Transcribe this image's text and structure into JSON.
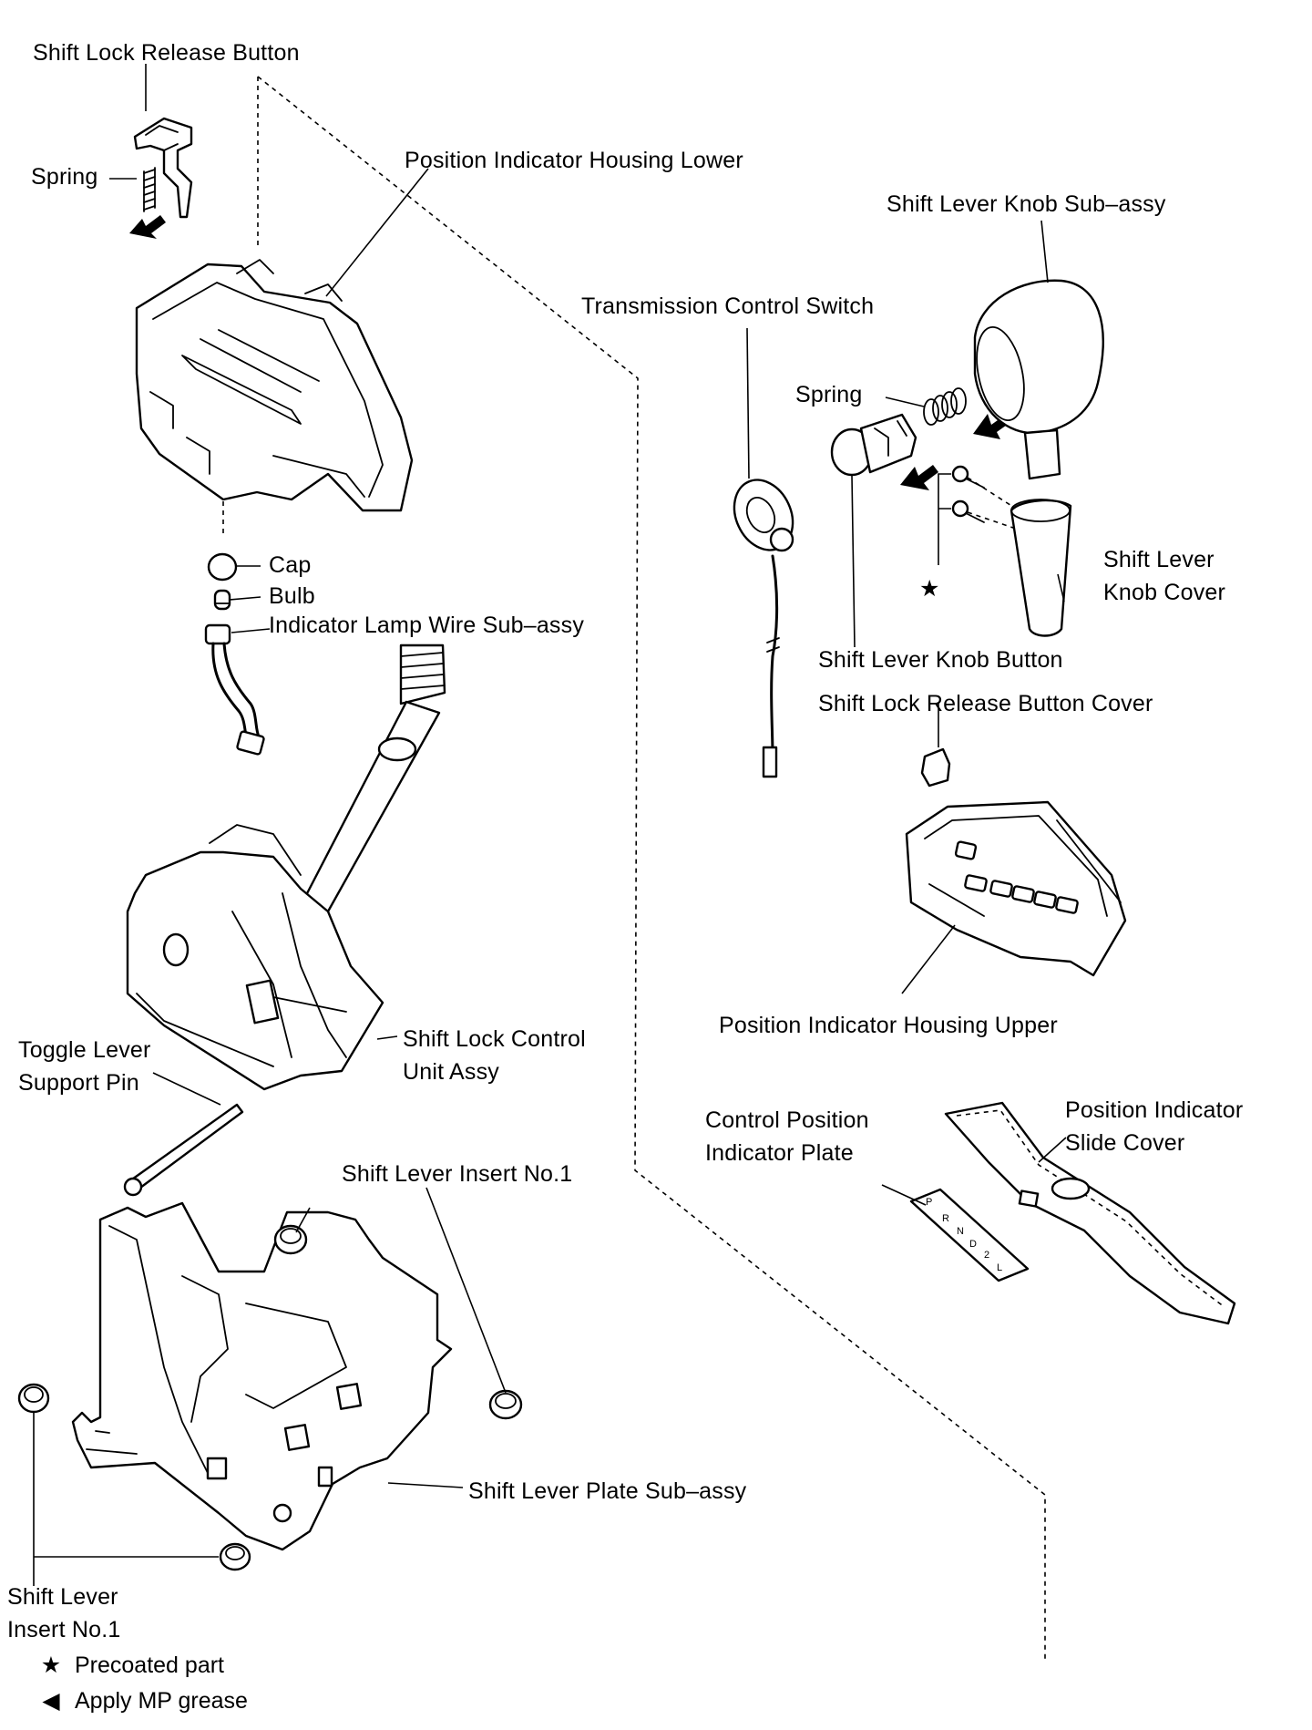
{
  "labels": {
    "shift_lock_release_button": "Shift Lock Release Button",
    "spring_left": "Spring",
    "position_indicator_housing_lower": "Position Indicator Housing Lower",
    "shift_lever_knob_sub_assy": "Shift Lever Knob Sub–assy",
    "transmission_control_switch": "Transmission Control Switch",
    "spring_right": "Spring",
    "cap": "Cap",
    "bulb": "Bulb",
    "indicator_lamp_wire_sub_assy": "Indicator Lamp Wire Sub–assy",
    "shift_lever_knob_cover_l1": "Shift Lever",
    "shift_lever_knob_cover_l2": "Knob Cover",
    "shift_lever_knob_button": "Shift Lever Knob Button",
    "shift_lock_release_button_cover": "Shift Lock Release Button Cover",
    "position_indicator_housing_upper": "Position Indicator Housing Upper",
    "toggle_lever_support_pin_l1": "Toggle Lever",
    "toggle_lever_support_pin_l2": "Support Pin",
    "shift_lock_control_unit_assy_l1": "Shift Lock Control",
    "shift_lock_control_unit_assy_l2": "Unit Assy",
    "position_indicator_slide_cover_l1": "Position Indicator",
    "position_indicator_slide_cover_l2": "Slide Cover",
    "control_position_indicator_plate_l1": "Control Position",
    "control_position_indicator_plate_l2": "Indicator Plate",
    "shift_lever_insert_no1_top": "Shift Lever Insert No.1",
    "shift_lever_plate_sub_assy": "Shift Lever Plate Sub–assy",
    "shift_lever_insert_no1_bottom_l1": "Shift Lever",
    "shift_lever_insert_no1_bottom_l2": "Insert No.1",
    "precoat_star": "★"
  },
  "plate_letters": [
    "P",
    "R",
    "N",
    "D",
    "2",
    "L"
  ],
  "legend": [
    {
      "symbol": "★",
      "text": "Precoated part",
      "icon": "star-icon"
    },
    {
      "symbol": "◀",
      "text": "Apply MP grease",
      "icon": "grease-arrow-icon"
    }
  ]
}
